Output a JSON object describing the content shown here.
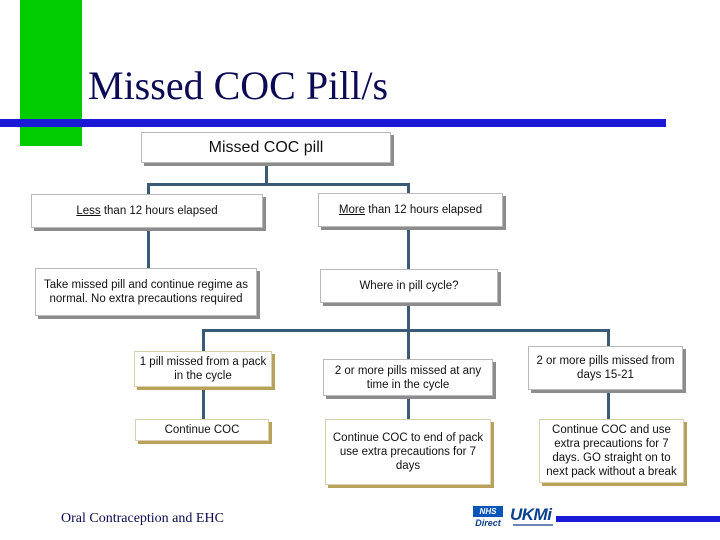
{
  "slide": {
    "title": "Missed COC Pill/s",
    "footer": "Oral Contraception and EHC"
  },
  "flowchart": {
    "root": "Missed COC pill",
    "less_prefix": "Less",
    "less_suffix": " than 12 hours elapsed",
    "more_prefix": "More",
    "more_suffix": " than 12 hours elapsed",
    "less_action": "Take missed pill and continue regime as normal. No extra precautions required",
    "more_question": "Where in pill cycle?",
    "one_pill": "1 pill missed from a pack in the cycle",
    "one_pill_action": "Continue COC",
    "two_any": "2 or more pills missed at any time in the cycle",
    "two_any_action": "Continue COC to end of pack use extra precautions for 7 days",
    "two_15_21": "2 or more pills missed from days 15-21",
    "two_15_21_action": "Continue COC and use extra precautions for 7 days. GO straight on to next pack without a break"
  },
  "logos": {
    "nhs_top": "NHS",
    "nhs_bottom": "Direct",
    "ukmi": "UKMi"
  },
  "colors": {
    "accent_green": "#00cc00",
    "accent_blue": "#1a1ad6",
    "connector": "#3a5a78",
    "title_text": "#0a0a55"
  }
}
